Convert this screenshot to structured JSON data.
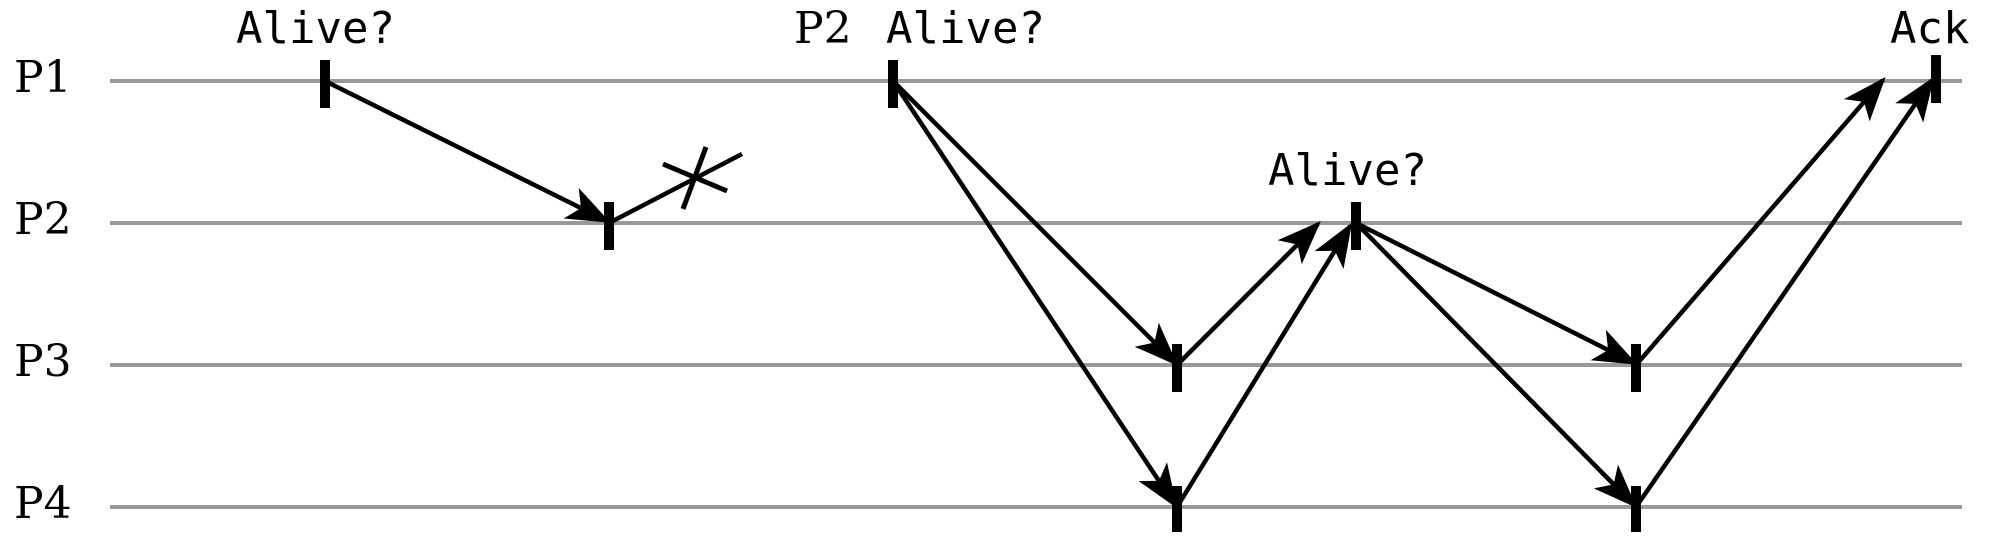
{
  "processes": [
    "P1",
    "P2",
    "P3",
    "P4"
  ],
  "messages": {
    "first_alive": "Alive?",
    "second_alive_sender": "P2",
    "second_alive": "Alive?",
    "relay_alive": "Alive?",
    "ack": "Ack"
  }
}
